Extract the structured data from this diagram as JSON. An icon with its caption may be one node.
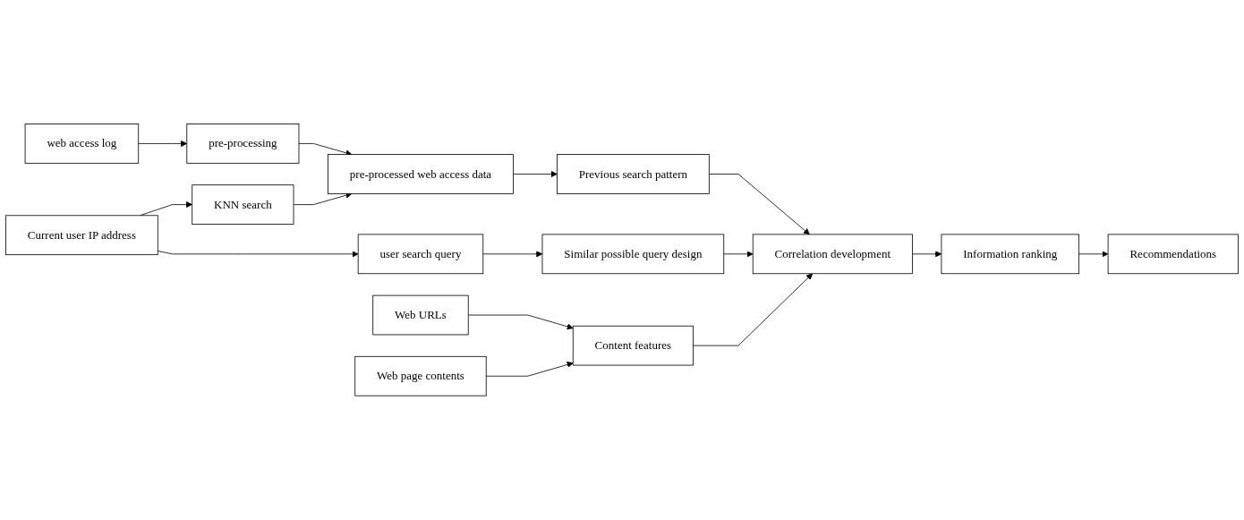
{
  "diagram": {
    "nodes": [
      {
        "text": [
          "web access log"
        ]
      },
      {
        "text": [
          "pre-processing"
        ]
      },
      {
        "text": [
          "pre-processed web access data"
        ]
      },
      {
        "text": [
          "Previous search pattern"
        ]
      },
      {
        "text": [
          "KNN search"
        ]
      },
      {
        "text": [
          "Current user IP address"
        ]
      },
      {
        "text": [
          "user search query"
        ]
      },
      {
        "text": [
          "Similar possible query design"
        ]
      },
      {
        "text": [
          "Web URLs"
        ]
      },
      {
        "text": [
          "Web page contents"
        ]
      },
      {
        "text": [
          "Content features"
        ]
      },
      {
        "text": [
          "Correlation development"
        ]
      },
      {
        "text": [
          "Information ranking"
        ]
      },
      {
        "text": [
          "Recommendations"
        ]
      }
    ],
    "edges": [
      {
        "from": 0,
        "to": 1,
        "arrow": "to"
      },
      {
        "from": 1,
        "to": 2,
        "arrow": "to"
      },
      {
        "from": 2,
        "to": 3,
        "arrow": "to"
      },
      {
        "from": 4,
        "to": 2,
        "arrow": "to"
      },
      {
        "from": 5,
        "to": 4,
        "arrow": "to"
      },
      {
        "from": 5,
        "to": 6,
        "arrow": "to"
      },
      {
        "from": 6,
        "to": 7,
        "arrow": "to"
      },
      {
        "from": 7,
        "to": 11,
        "arrow": "to"
      },
      {
        "from": 3,
        "to": 11,
        "arrow": "to"
      },
      {
        "from": 8,
        "to": 10,
        "arrow": "to"
      },
      {
        "from": 9,
        "to": 10,
        "arrow": "to"
      },
      {
        "from": 10,
        "to": 11,
        "arrow": "to"
      },
      {
        "from": 11,
        "to": 12,
        "arrow": "to"
      },
      {
        "from": 12,
        "to": 13,
        "arrow": "to"
      }
    ]
  }
}
